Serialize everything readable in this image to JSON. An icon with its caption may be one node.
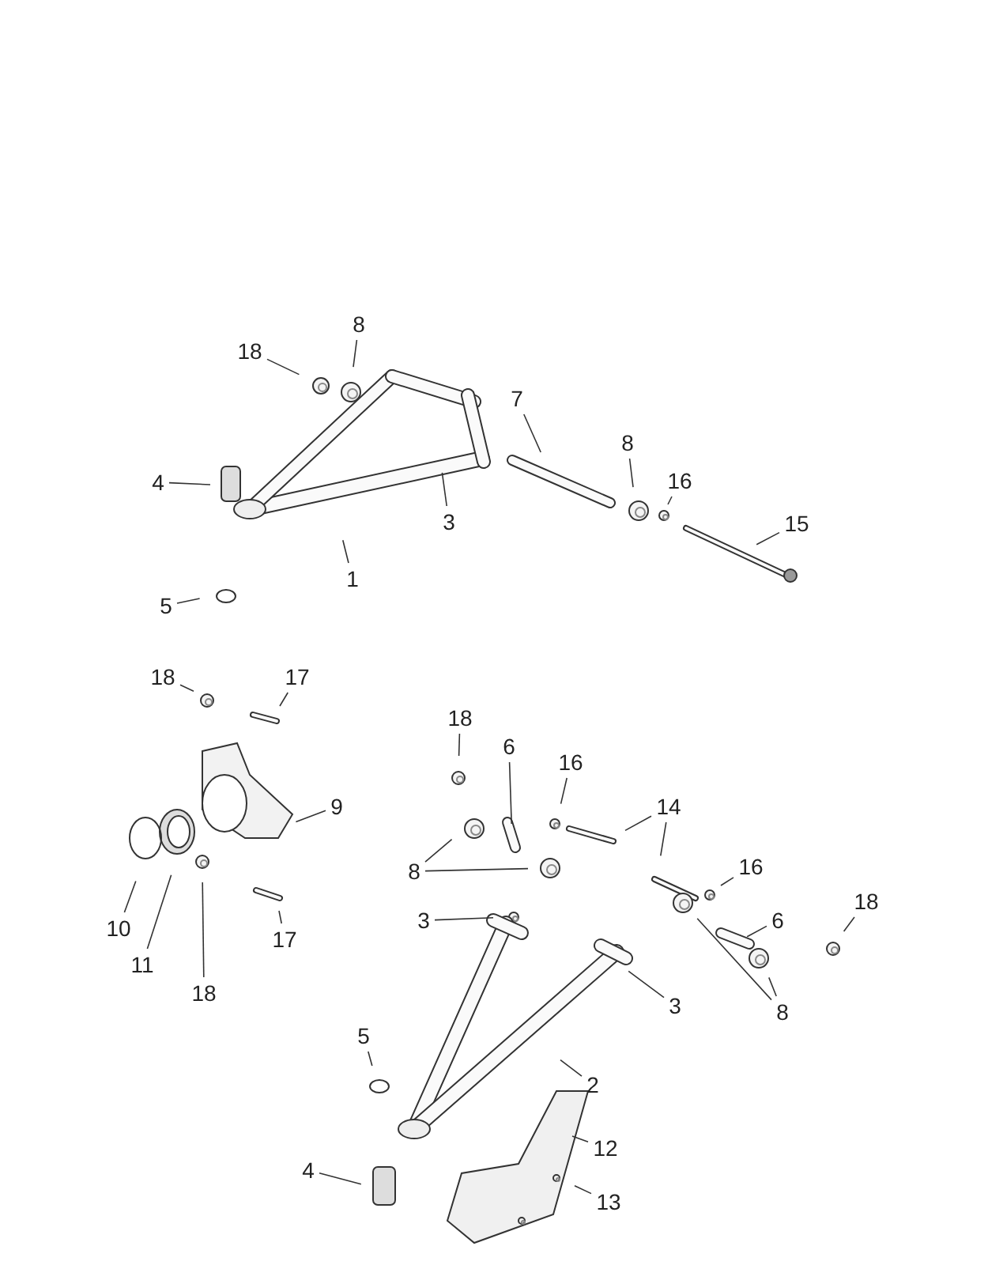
{
  "diagram": {
    "nodes": [
      {
        "text": [
          "8"
        ]
      },
      {
        "text": [
          "18"
        ]
      },
      {
        "text": [
          "7"
        ]
      },
      {
        "text": [
          "8"
        ]
      },
      {
        "text": [
          "16"
        ]
      },
      {
        "text": [
          "4"
        ]
      },
      {
        "text": [
          "3"
        ]
      },
      {
        "text": [
          "15"
        ]
      },
      {
        "text": [
          "1"
        ]
      },
      {
        "text": [
          "5"
        ]
      },
      {
        "text": [
          "18"
        ]
      },
      {
        "text": [
          "17"
        ]
      },
      {
        "text": [
          "18"
        ]
      },
      {
        "text": [
          "6"
        ]
      },
      {
        "text": [
          "16"
        ]
      },
      {
        "text": [
          "14"
        ]
      },
      {
        "text": [
          "9"
        ]
      },
      {
        "text": [
          "8"
        ]
      },
      {
        "text": [
          "16"
        ]
      },
      {
        "text": [
          "18"
        ]
      },
      {
        "text": [
          "6"
        ]
      },
      {
        "text": [
          "3"
        ]
      },
      {
        "text": [
          "10"
        ]
      },
      {
        "text": [
          "17"
        ]
      },
      {
        "text": [
          "11"
        ]
      },
      {
        "text": [
          "18"
        ]
      },
      {
        "text": [
          "8"
        ]
      },
      {
        "text": [
          "3"
        ]
      },
      {
        "text": [
          "5"
        ]
      },
      {
        "text": [
          "2"
        ]
      },
      {
        "text": [
          "12"
        ]
      },
      {
        "text": [
          "4"
        ]
      },
      {
        "text": [
          "13"
        ]
      }
    ],
    "edges": [
      {
        "from": 0,
        "to": null,
        "arrow": "none"
      },
      {
        "from": 1,
        "to": null,
        "arrow": "none"
      },
      {
        "from": 2,
        "to": null,
        "arrow": "none"
      },
      {
        "from": 3,
        "to": null,
        "arrow": "none"
      },
      {
        "from": 4,
        "to": null,
        "arrow": "none"
      },
      {
        "from": 5,
        "to": null,
        "arrow": "none"
      },
      {
        "from": 6,
        "to": null,
        "arrow": "none"
      },
      {
        "from": 7,
        "to": null,
        "arrow": "none"
      },
      {
        "from": 8,
        "to": null,
        "arrow": "none"
      },
      {
        "from": 9,
        "to": null,
        "arrow": "none"
      },
      {
        "from": 10,
        "to": null,
        "arrow": "none"
      },
      {
        "from": 11,
        "to": null,
        "arrow": "none"
      },
      {
        "from": 12,
        "to": null,
        "arrow": "none"
      },
      {
        "from": 13,
        "to": null,
        "arrow": "none"
      },
      {
        "from": 14,
        "to": null,
        "arrow": "none"
      },
      {
        "from": 15,
        "to": null,
        "arrow": "none"
      },
      {
        "from": 15,
        "to": null,
        "arrow": "none"
      },
      {
        "from": 16,
        "to": null,
        "arrow": "none"
      },
      {
        "from": 17,
        "to": null,
        "arrow": "none"
      },
      {
        "from": 17,
        "to": null,
        "arrow": "none"
      },
      {
        "from": 18,
        "to": null,
        "arrow": "none"
      },
      {
        "from": 19,
        "to": null,
        "arrow": "none"
      },
      {
        "from": 20,
        "to": null,
        "arrow": "none"
      },
      {
        "from": 21,
        "to": null,
        "arrow": "none"
      },
      {
        "from": 22,
        "to": null,
        "arrow": "none"
      },
      {
        "from": 23,
        "to": null,
        "arrow": "none"
      },
      {
        "from": 24,
        "to": null,
        "arrow": "none"
      },
      {
        "from": 25,
        "to": null,
        "arrow": "none"
      },
      {
        "from": 26,
        "to": null,
        "arrow": "none"
      },
      {
        "from": 26,
        "to": null,
        "arrow": "none"
      },
      {
        "from": 27,
        "to": null,
        "arrow": "none"
      },
      {
        "from": 28,
        "to": null,
        "arrow": "none"
      },
      {
        "from": 29,
        "to": null,
        "arrow": "none"
      },
      {
        "from": 30,
        "to": null,
        "arrow": "none"
      },
      {
        "from": 31,
        "to": null,
        "arrow": "none"
      },
      {
        "from": 32,
        "to": null,
        "arrow": "none"
      }
    ]
  }
}
